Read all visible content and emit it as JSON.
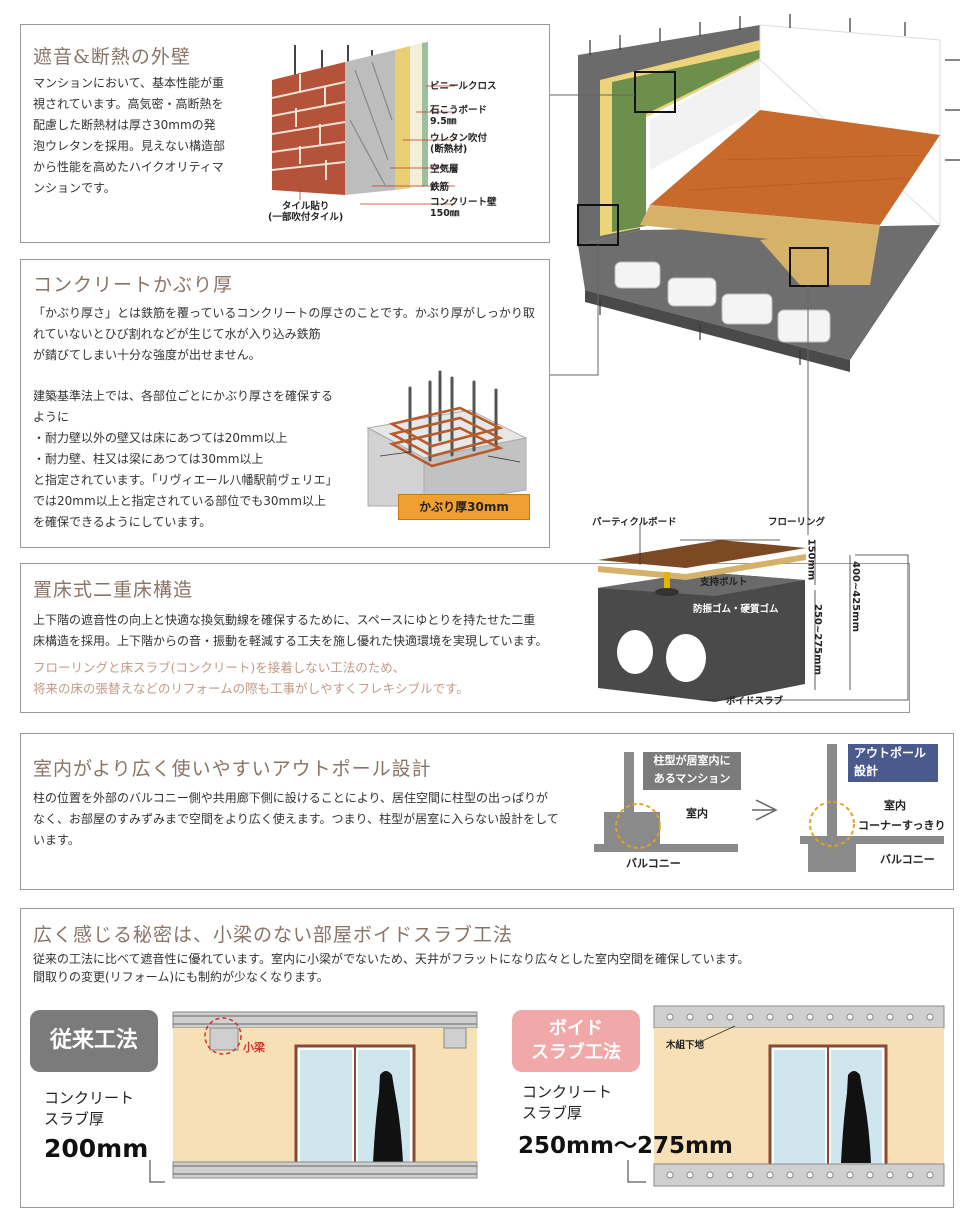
{
  "wall": {
    "title": "遮音&断熱の外壁",
    "body": [
      "マンションにおいて、基本性能が重",
      "視されています。高気密・高断熱を",
      "配慮した断熱材は厚さ30mmの発",
      "泡ウレタンを採用。見えない構造部",
      "から性能を高めたハイクオリティマ",
      "ンションです。"
    ],
    "labels": {
      "vinyl": "ビニールクロス",
      "gypsum1": "石こうボード",
      "gypsum2": "9.5㎜",
      "urethane1": "ウレタン吹付",
      "urethane2": "(断熱材)",
      "air": "空気層",
      "rebar": "鉄筋",
      "concrete1": "コンクリート壁",
      "concrete2": "150㎜",
      "tile1": "タイル貼り",
      "tile2": "(一部吹付タイル)"
    }
  },
  "cover": {
    "title": "コンクリートかぶり厚",
    "intro": [
      "「かぶり厚さ」とは鉄筋を覆っているコンクリートの厚さのことです。かぶり厚がしっかり取",
      "れていないとひび割れなどが生じて水が入り込み鉄筋",
      "が錆びてしまい十分な強度が出せません。"
    ],
    "body": [
      "建築基準法上では、各部位ごとにかぶり厚さを確保する",
      "ように",
      "・耐力壁以外の壁又は床にあつては20mm以上",
      "・耐力壁、柱又は梁にあつては30mm以上",
      "と指定されています。「リヴィエール八幡駅前ヴェリエ」",
      "では20mm以上と指定されている部位でも30mm以上",
      "を確保できるようにしています。"
    ],
    "badge": "かぶり厚30mm"
  },
  "floor": {
    "title": "置床式二重床構造",
    "body": [
      "上下階の遮音性の向上と快適な換気動線を確保するために、スペースにゆとりを持たせた二重",
      "床構造を採用。上下階からの音・振動を軽減する工夫を施し優れた快適環境を実現しています。"
    ],
    "note": [
      "フローリングと床スラブ(コンクリート)を接着しない工法のため、",
      "将来の床の張替えなどのリフォームの際も工事がしやすくフレキシブルです。"
    ],
    "labels": {
      "particle": "パーティクルボード",
      "flooring": "フローリング",
      "bolt": "支持ボルト",
      "rubber": "防振ゴム・硬質ゴム",
      "void": "ボイドスラブ",
      "dim150": "150mm",
      "dim250": "250~275mm",
      "dim400": "400~425mm"
    }
  },
  "outpole": {
    "title": "室内がより広く使いやすいアウトポール設計",
    "body": [
      "柱の位置を外部のバルコニー側や共用廊下側に設けることにより、居住空間に柱型の出っぱりが",
      "なく、お部屋のすみずみまで空間をより広く使えます。つまり、柱型が居室に入らない設計をして",
      "います。"
    ],
    "left_badge": [
      "柱型が居室内に",
      "あるマンション"
    ],
    "right_badge": [
      "アウトポール",
      "設計"
    ],
    "room": "室内",
    "balcony": "バルコニー",
    "corner": "コーナーすっきり",
    "arrow": "→"
  },
  "voidslab": {
    "title": "広く感じる秘密は、小梁のない部屋ボイドスラブ工法",
    "body": [
      "従来の工法に比べて遮音性に優れています。室内に小梁がでないため、天井がフラットになり広々とした室内空間を確保しています。",
      "間取りの変更(リフォーム)にも制約が少なくなります。"
    ],
    "conv_badge": "従来工法",
    "conv_label": [
      "コンクリート",
      "スラブ厚"
    ],
    "conv_value": "200mm",
    "beam": "小梁",
    "void_badge": [
      "ボイド",
      "スラブ工法"
    ],
    "void_label": [
      "コンクリート",
      "スラブ厚"
    ],
    "void_value": "250mm〜275mm",
    "wood": "木組下地"
  },
  "colors": {
    "heading": "#8a7468",
    "note": "#c39a86",
    "badge_orange": "#f0a030",
    "badge_navy": "#4a5a8c",
    "badge_gray": "#7b7b7b",
    "badge_pink": "#f0a8a8",
    "wall_cream": "#f7dfb6",
    "brick": "#b4523a",
    "floor_wood": "#c86a2c"
  }
}
